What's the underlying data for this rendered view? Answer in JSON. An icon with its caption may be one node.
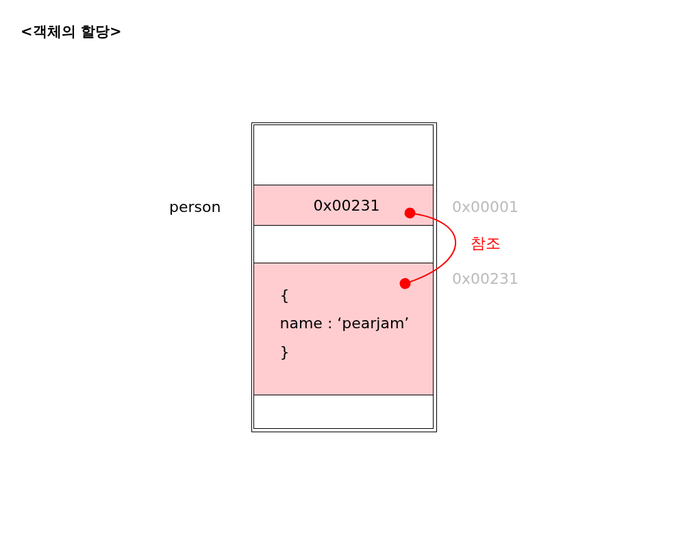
{
  "diagram": {
    "title": "<객체의 할당>",
    "nodes": [
      {
        "text": [],
        "shape": "box"
      },
      {
        "text": [],
        "shape": "box",
        "in": 0
      },
      {
        "text": [
          "0x00231"
        ],
        "in": 0,
        "beside": [
          "person",
          "0x00001"
        ]
      },
      {
        "text": [],
        "shape": "box",
        "in": 0
      },
      {
        "text": [
          "{",
          "name : ‘pearjam’",
          "}"
        ],
        "in": 0,
        "beside": [
          "0x00231"
        ]
      },
      {
        "text": [],
        "shape": "box",
        "in": 0
      }
    ],
    "edges": [
      {
        "from": 2,
        "to": 4,
        "arrow": "other",
        "label": "참조",
        "color": "#ff0000"
      }
    ]
  }
}
